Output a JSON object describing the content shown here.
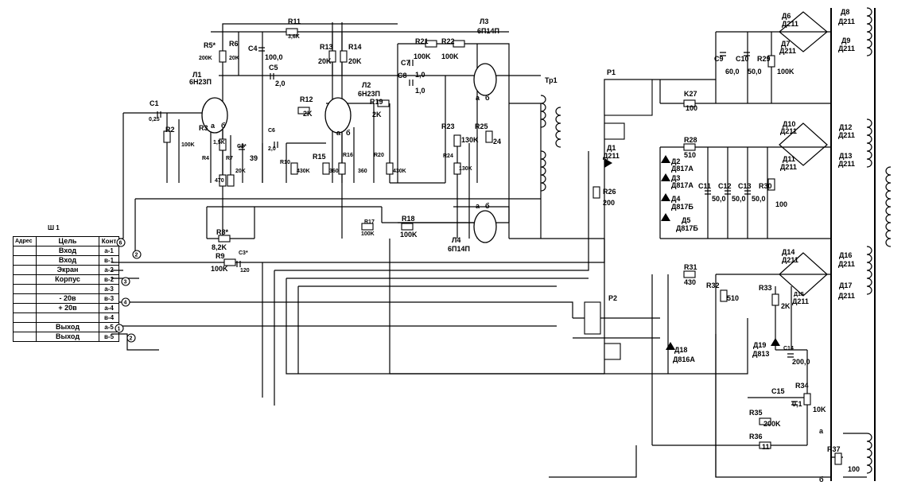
{
  "connector": {
    "title": "Ш 1",
    "headers": {
      "addr": "Адрес",
      "name": "Цель",
      "contact": "Конт"
    },
    "rows": [
      {
        "name": "Вход",
        "pin": "а-1"
      },
      {
        "name": "Вход",
        "pin": "в-1"
      },
      {
        "name": "Экран",
        "pin": "а-2"
      },
      {
        "name": "Корпус",
        "pin": "в-2"
      },
      {
        "name": "",
        "pin": "а-3"
      },
      {
        "name": "- 20в",
        "pin": "в-3"
      },
      {
        "name": "+ 20в",
        "pin": "а-4"
      },
      {
        "name": "",
        "pin": "в-4"
      },
      {
        "name": "Выход",
        "pin": "а-5"
      },
      {
        "name": "Выход",
        "pin": "в-5"
      }
    ]
  },
  "markers": [
    "6",
    "2",
    "3",
    "4",
    "1",
    "2"
  ],
  "labels": {
    "R11": "R11",
    "R11v": "3,6K",
    "R5": "R5*",
    "R5v": "200K",
    "R6": "R6",
    "R6v": "20K",
    "C4": "C4",
    "C4v": "100,0",
    "C5": "C5",
    "C5v": "2,0",
    "L1": "Л1",
    "L1t": "6Н23П",
    "R13": "R13",
    "R13v": "20K",
    "R14": "R14",
    "R14v": "20K",
    "R21": "R21",
    "R21v": "100K",
    "R22": "R22",
    "R22v": "100K",
    "L3": "Л3",
    "L3t": "6П14П",
    "C7": "C7",
    "C7v": "1,0",
    "C8": "C8",
    "C8v": "1,0",
    "L2": "Л2",
    "L2t": "6Н23П",
    "R12": "R12",
    "R12v": "2K",
    "R19": "R19",
    "R19v": "2K",
    "C1": "C1",
    "C1v": "0,25",
    "R2": "R2",
    "R2v": "100K",
    "R3": "R3",
    "R3v": "1,5K",
    "C6": "C6",
    "C6v": "2,0",
    "C2": "C2*",
    "C2v": "39",
    "R4": "R4",
    "R4v": "470",
    "R7": "R7",
    "R7v": "20K",
    "R10": "R10",
    "R10v": "430K",
    "R15": "R15",
    "R15v": "360",
    "R16": "R16",
    "R16v": "360",
    "R20": "R20",
    "R20v": "430K",
    "R23": "R23",
    "R23v": "130K",
    "R24": "R24",
    "R24v": "130K",
    "R25": "R25",
    "R25v": "24",
    "R8": "R8*",
    "R8v": "8,2K",
    "R9": "R9",
    "R9v": "100K",
    "C3": "C3*",
    "C3v": "120",
    "R17": "R17",
    "R17v": "100K",
    "R18": "R18",
    "R18v": "100K",
    "L4": "Л4",
    "L4t": "6П14П",
    "Tr1": "Тр1",
    "P1": "P1",
    "D1": "Д1",
    "D1t": "Д211",
    "R26": "R26",
    "R26v": "200",
    "K27": "K27",
    "K27v": "100",
    "R28": "R28",
    "R28v": "510",
    "D2": "Д2",
    "D2t": "Д817А",
    "D3": "Д3",
    "D3t": "Д817А",
    "D4": "Д4",
    "D4t": "Д817Б",
    "D5": "Д5",
    "D5t": "Д817Б",
    "C9": "C9",
    "C9v": "60,0",
    "C10": "C10",
    "C10v": "50,0",
    "R29": "R29",
    "R29v": "100K",
    "C11": "C11",
    "C11v": "50,0",
    "C12": "C12",
    "C12v": "50,0",
    "C13": "C13",
    "C13v": "50,0",
    "R30": "R30",
    "R30v": "100",
    "R31": "R31",
    "R31v": "430",
    "R32": "R32",
    "R32v": "510",
    "R33": "R33",
    "R33v": "2K",
    "P2": "P2",
    "D18": "Д18",
    "D18t": "Д816А",
    "D19": "Д19",
    "D19t": "Д813",
    "C14": "C14",
    "C14v": "200,0",
    "C15": "C15",
    "C15v": "0,1",
    "R34": "R34",
    "R34v": "10K",
    "R35": "R35",
    "R35v": "200K",
    "R36": "R36",
    "R36v": "11",
    "R37": "R37",
    "R37v": "100",
    "D211": "Д211",
    "D6": "Д6",
    "D7": "Д7",
    "D8": "Д8",
    "D9": "Д9",
    "D10": "Д10",
    "D11": "Д11",
    "D12": "Д12",
    "D13": "Д13",
    "D14": "Д14",
    "D15": "Д15",
    "D16": "Д16",
    "D17": "Д17",
    "pa": "а",
    "pb": "б"
  }
}
